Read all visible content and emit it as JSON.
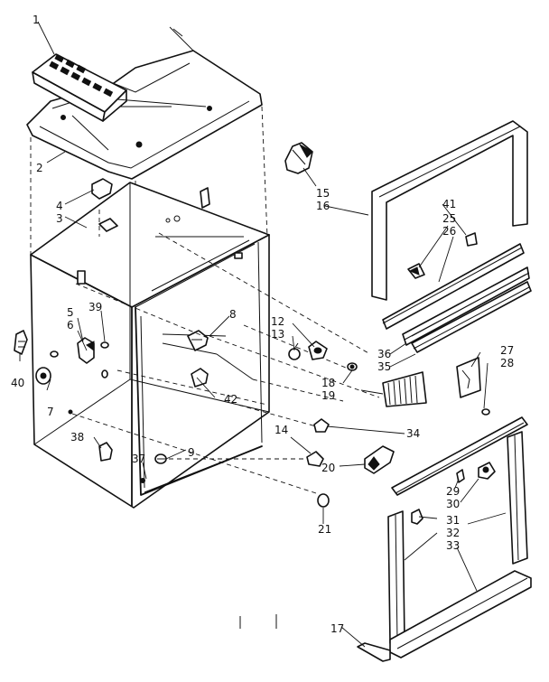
{
  "callouts": [
    {
      "id": "c1",
      "text": "1"
    },
    {
      "id": "c2",
      "text": "2"
    },
    {
      "id": "c3",
      "text": "3"
    },
    {
      "id": "c4",
      "text": "4"
    },
    {
      "id": "c5",
      "text": "5"
    },
    {
      "id": "c6",
      "text": "6"
    },
    {
      "id": "c7",
      "text": "7"
    },
    {
      "id": "c8",
      "text": "8"
    },
    {
      "id": "c9",
      "text": "9"
    },
    {
      "id": "c12",
      "text": "12"
    },
    {
      "id": "c13",
      "text": "13"
    },
    {
      "id": "c14",
      "text": "14"
    },
    {
      "id": "c15",
      "text": "15"
    },
    {
      "id": "c16",
      "text": "16"
    },
    {
      "id": "c17",
      "text": "17"
    },
    {
      "id": "c18",
      "text": "18"
    },
    {
      "id": "c19",
      "text": "19"
    },
    {
      "id": "c20",
      "text": "20"
    },
    {
      "id": "c21",
      "text": "21"
    },
    {
      "id": "c25",
      "text": "25"
    },
    {
      "id": "c26",
      "text": "26"
    },
    {
      "id": "c27",
      "text": "27"
    },
    {
      "id": "c28",
      "text": "28"
    },
    {
      "id": "c29",
      "text": "29"
    },
    {
      "id": "c30",
      "text": "30"
    },
    {
      "id": "c31",
      "text": "31"
    },
    {
      "id": "c32",
      "text": "32"
    },
    {
      "id": "c33",
      "text": "33"
    },
    {
      "id": "c34",
      "text": "34"
    },
    {
      "id": "c35",
      "text": "35"
    },
    {
      "id": "c36",
      "text": "36"
    },
    {
      "id": "c37",
      "text": "37"
    },
    {
      "id": "c38",
      "text": "38"
    },
    {
      "id": "c39",
      "text": "39"
    },
    {
      "id": "c40",
      "text": "40"
    },
    {
      "id": "c41",
      "text": "41"
    },
    {
      "id": "c42",
      "text": "42"
    }
  ]
}
